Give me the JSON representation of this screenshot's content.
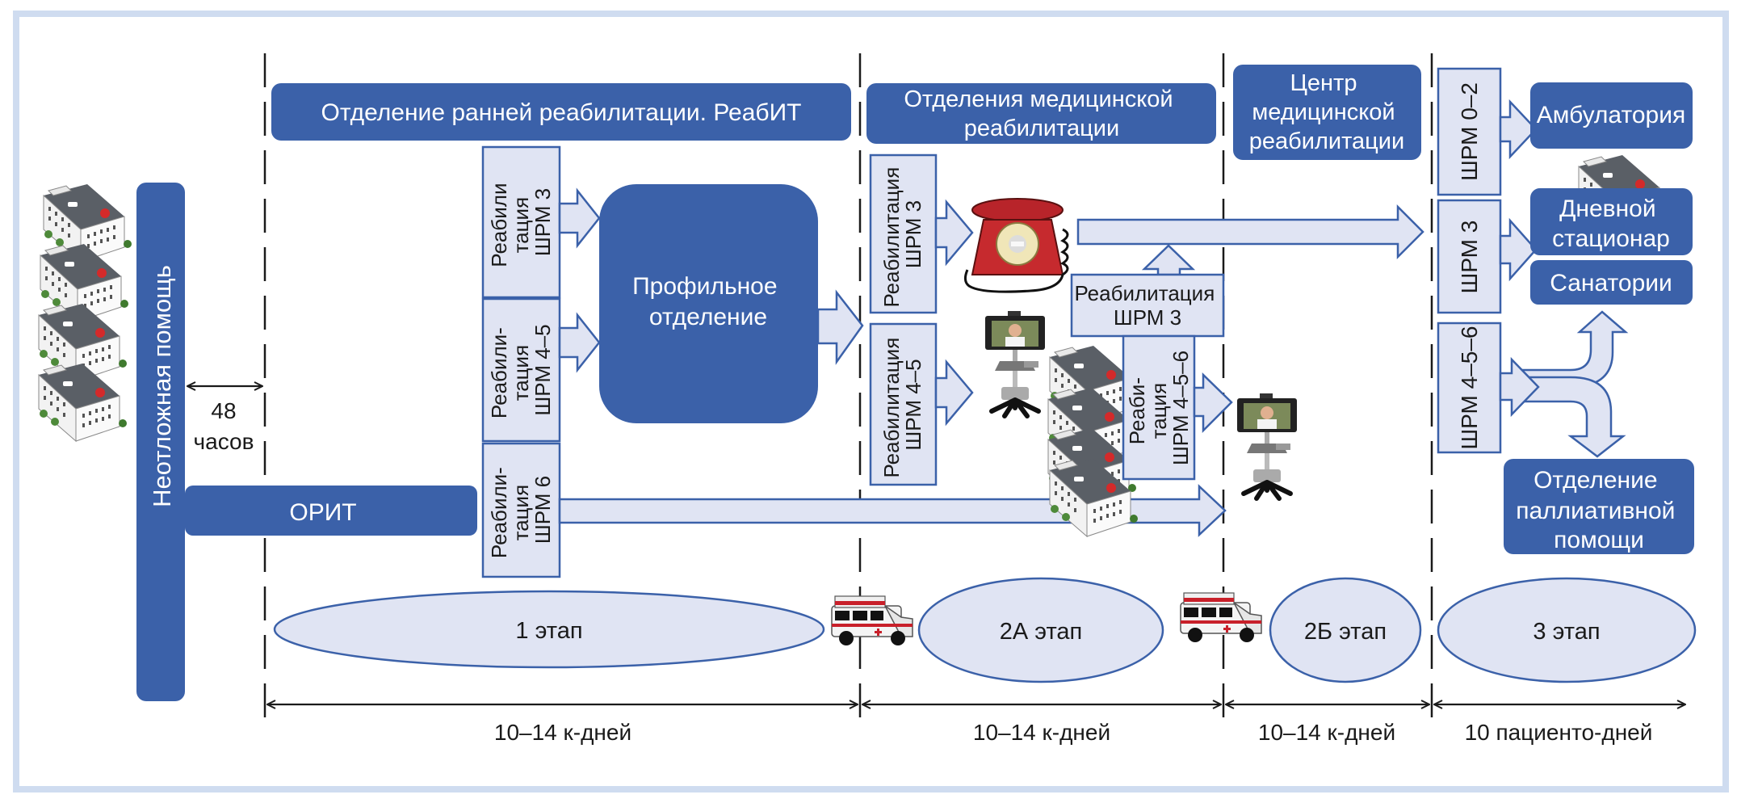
{
  "colors": {
    "primary_box": "#3b61a9",
    "light_box": "#e0e4f3",
    "frame": "#cfdcf0",
    "text_dark": "#1a1a1a"
  },
  "emergency": {
    "label": "Неотложная помощь",
    "time_value": "48",
    "time_unit": "часов"
  },
  "icu": {
    "label": "ОРИТ"
  },
  "headers": {
    "early_rehab": "Отделение ранней реабилитации. РеабИТ",
    "med_rehab_dept": [
      "Отделения медицинской",
      "реабилитации"
    ],
    "med_rehab_center": [
      "Центр",
      "медицинской",
      "реабилитации"
    ]
  },
  "stage1": {
    "rehab_boxes": [
      {
        "lines": [
          "Реабили",
          "тация",
          "ШРМ 3"
        ]
      },
      {
        "lines": [
          "Реабили-",
          "тация",
          "ШРМ 4–5"
        ]
      },
      {
        "lines": [
          "Реабили-",
          "тация",
          "ШРМ 6"
        ]
      }
    ],
    "profile_dept": [
      "Профильное",
      "отделение"
    ]
  },
  "stage2a": {
    "rehab_boxes": [
      {
        "lines": [
          "Реабилитация",
          "ШРМ 3"
        ]
      },
      {
        "lines": [
          "Реабилитация",
          "ШРМ 4–5"
        ]
      }
    ],
    "rehab_h_box": [
      "Реабилитация",
      "ШРМ 3"
    ],
    "rehab_v_box": [
      "Реаби-",
      "тация",
      "ШРМ 4–5–6"
    ]
  },
  "stage3": {
    "scale_boxes": [
      {
        "label": "ШРМ 0–2"
      },
      {
        "label": "ШРМ 3"
      },
      {
        "label": "ШРМ 4–5–6"
      }
    ],
    "destinations": {
      "ambulatory": "Амбулатория",
      "day_hospital": [
        "Дневной",
        "стационар"
      ],
      "sanatorium": "Санатории",
      "palliative": [
        "Отделение",
        "паллиативной",
        "помощи"
      ]
    }
  },
  "stages": [
    {
      "label": "1 этап",
      "duration": "10–14 к-дней"
    },
    {
      "label": "2А этап",
      "duration": "10–14 к-дней"
    },
    {
      "label": "2Б этап",
      "duration": "10–14 к-дней"
    },
    {
      "label": "3 этап",
      "duration": "10 пациенто-дней"
    }
  ],
  "icons": {
    "hospital": "hospital-building-icon",
    "phone": "telephone-icon",
    "telemedicine": "telemedicine-cart-icon",
    "ambulance": "ambulance-icon"
  }
}
